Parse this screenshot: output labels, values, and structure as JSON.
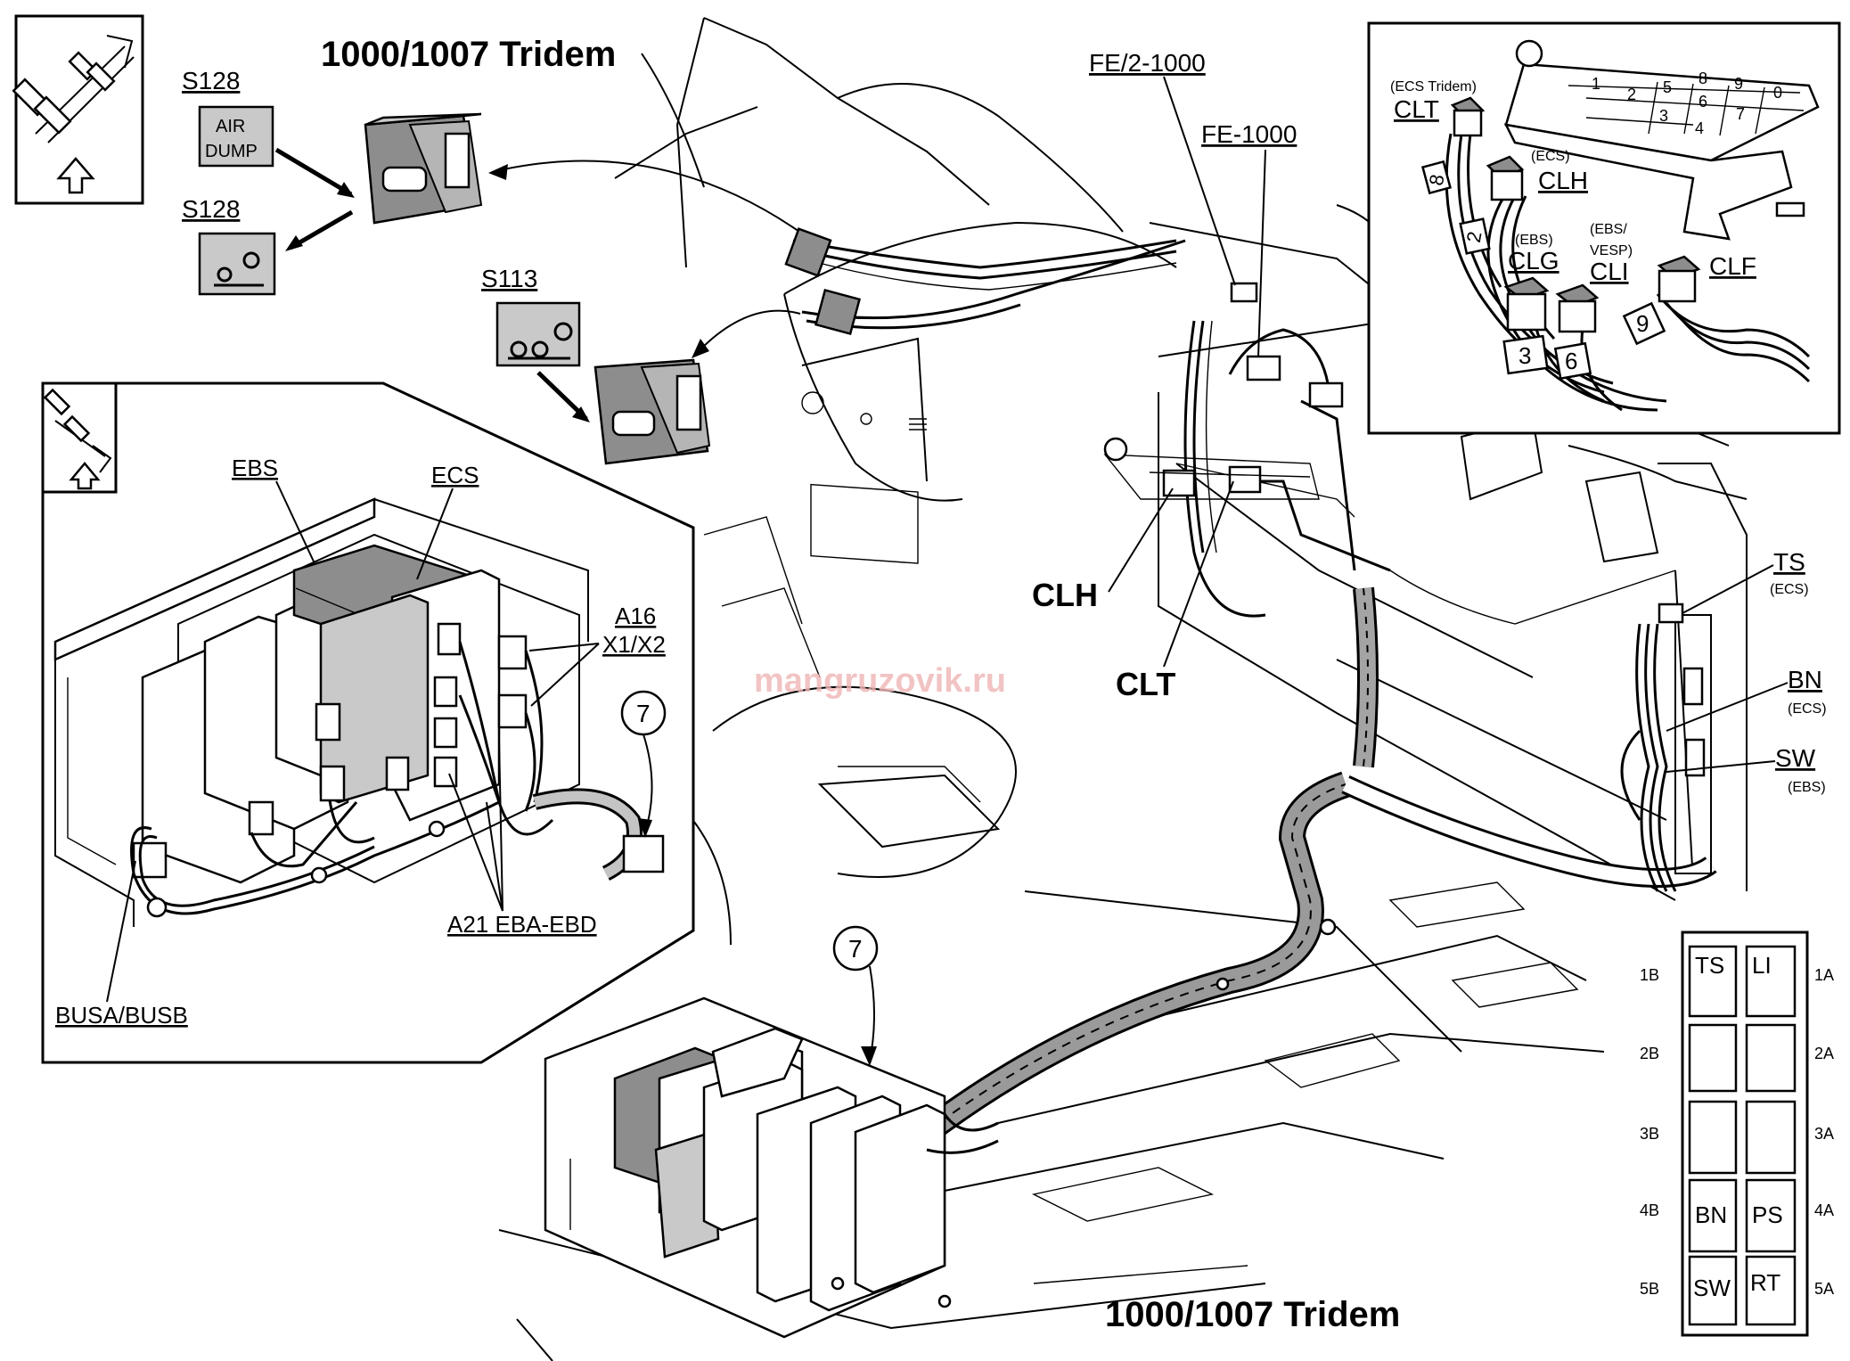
{
  "title_top": "1000/1007 Tridem",
  "title_bottom": "1000/1007 Tridem",
  "watermark": "mangruzovik.ru",
  "switches": {
    "s128_air_label": "S128",
    "air_dump_line1": "AIR",
    "air_dump_line2": "DUMP",
    "s128_lift_label": "S128",
    "s113_label": "S113"
  },
  "harness_labels": {
    "fe2_1000": "FE/2-1000",
    "fe_1000": "FE-1000",
    "clh": "CLH",
    "clt": "CLT"
  },
  "detail_inset": {
    "ebs": "EBS",
    "ecs": "ECS",
    "a16": "A16",
    "x1x2": "X1/X2",
    "a21": "A21 EBA-EBD",
    "busa_busb": "BUSA/BUSB",
    "ref_number": "7"
  },
  "ref_number_main": "7",
  "connector_inset": {
    "clt_sub": "(ECS Tridem)",
    "clt": "CLT",
    "clh_sub": "(ECS)",
    "clh": "CLH",
    "clg_sub": "(EBS)",
    "clg": "CLG",
    "cli_sub1": "(EBS/",
    "cli_sub2": "VESP)",
    "cli": "CLI",
    "clf": "CLF",
    "tag_clt": "8",
    "tag_clh": "2",
    "tag_clg": "3",
    "tag_cli": "6",
    "tag_clf": "9",
    "plate_numbers": [
      "1",
      "2",
      "3",
      "4",
      "5",
      "6",
      "7",
      "8",
      "9",
      "0"
    ]
  },
  "side_connectors": {
    "ts": "TS",
    "ts_sub": "(ECS)",
    "bn": "BN",
    "bn_sub": "(ECS)",
    "sw": "SW",
    "sw_sub": "(EBS)"
  },
  "fuse_block": {
    "rows": [
      {
        "left_pos": "1B",
        "left": "TS",
        "right": "LI",
        "right_pos": "1A"
      },
      {
        "left_pos": "2B",
        "left": "",
        "right": "",
        "right_pos": "2A"
      },
      {
        "left_pos": "3B",
        "left": "",
        "right": "",
        "right_pos": "3A"
      },
      {
        "left_pos": "4B",
        "left": "BN",
        "right": "PS",
        "right_pos": "4A"
      },
      {
        "left_pos": "5B",
        "left": "SW",
        "right": "RT",
        "right_pos": "5A"
      }
    ]
  }
}
